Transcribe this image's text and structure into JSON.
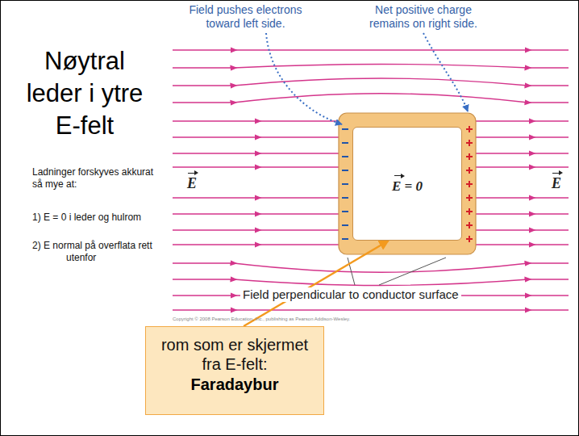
{
  "diagram": {
    "title": "Nøytral leder i ytre E-felt",
    "nodes": [
      {
        "text": [
          "E = 0"
        ]
      },
      {
        "text": [
          "rom som er skjermet fra E-felt:",
          "Faradaybur"
        ]
      }
    ],
    "edges": [
      {
        "from": 1,
        "to": 0,
        "arrow": "to"
      }
    ],
    "labels": [
      "Ladninger forskyves akkurat så mye at:",
      "1) E = 0 i leder og hulrom",
      "2) E normal på overflata rett utenfor",
      "Field pushes electrons toward left side.",
      "Net positive charge remains on right side.",
      "E",
      "E",
      "Field perpendicular to conductor surface",
      "Copyright © 2008 Pearson Education, Inc., publishing as Pearson Addison-Wesley."
    ]
  }
}
